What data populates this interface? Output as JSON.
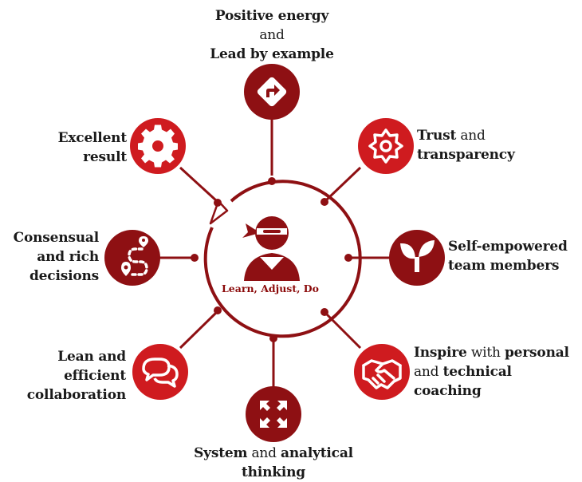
{
  "center": {
    "caption": "Learn, Adjust, Do",
    "icon": "ninja-person-icon"
  },
  "colors": {
    "dark_red": "#8e1013",
    "bright_red": "#cf1b1f",
    "caption": "#8b0a0a"
  },
  "nodes": [
    {
      "id": "top",
      "icon": "direction-sign-icon",
      "color": "dark",
      "line1_bold": "Positive energy",
      "line2_normal": "and",
      "line3_bold": "Lead by example"
    },
    {
      "id": "top-right",
      "icon": "settings-cog-icon",
      "color": "bright",
      "line1_bold": "Trust",
      "line1_normal": " and",
      "line2_bold": "transparency"
    },
    {
      "id": "right",
      "icon": "sprout-icon",
      "color": "dark",
      "line1_bold": "Self-empowered",
      "line2_bold": "team members"
    },
    {
      "id": "bottom-right",
      "icon": "handshake-icon",
      "color": "bright",
      "line1_bold": "Inspire",
      "line1_normal": " with ",
      "line1_bold2": "personal",
      "line2_normal": "and ",
      "line2_bold": "technical",
      "line3_bold": "coaching"
    },
    {
      "id": "bottom",
      "icon": "expand-arrows-icon",
      "color": "dark",
      "line1_bold": "System",
      "line1_normal": " and ",
      "line1_bold2": "analytical",
      "line2_bold": "thinking"
    },
    {
      "id": "bottom-left",
      "icon": "chat-bubbles-icon",
      "color": "bright",
      "line1_bold": "Lean and",
      "line2_bold": "efficient",
      "line3_bold": "collaboration"
    },
    {
      "id": "left",
      "icon": "route-path-icon",
      "color": "dark",
      "line1_bold": "Consensual",
      "line2_bold": "and rich",
      "line3_bold": "decisions"
    },
    {
      "id": "top-left",
      "icon": "gear-icon",
      "color": "bright",
      "line1_bold": "Excellent",
      "line2_bold": "result"
    }
  ]
}
